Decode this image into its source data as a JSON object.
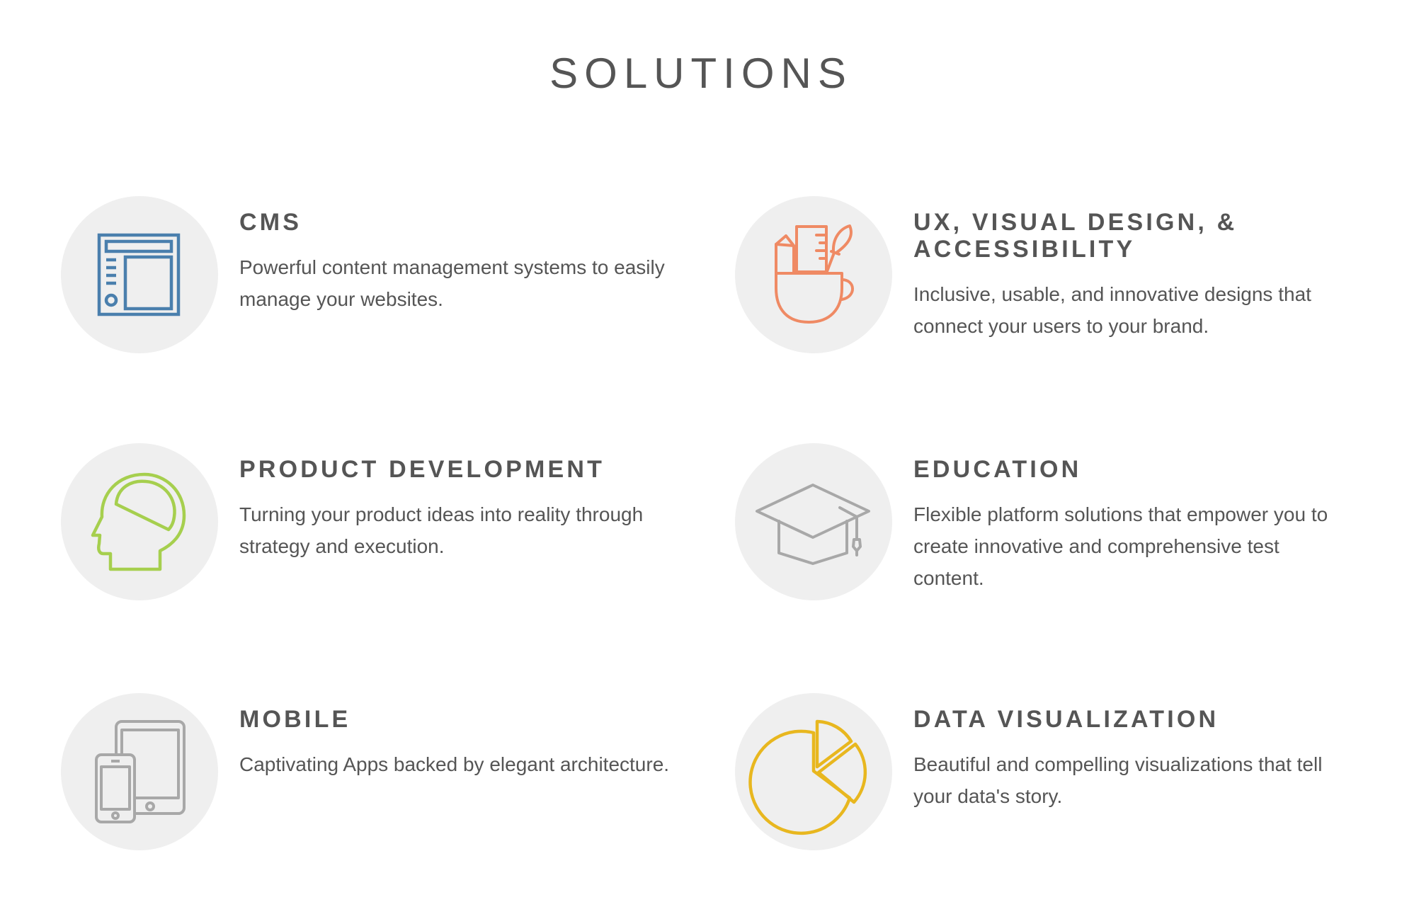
{
  "page": {
    "title": "SOLUTIONS"
  },
  "solutions": [
    {
      "title": "CMS",
      "description": "Powerful content management systems to easily manage your websites.",
      "icon": "cms-window-icon",
      "color": "#4a7fad"
    },
    {
      "title": "UX, VISUAL DESIGN, & ACCESSIBILITY",
      "description": "Inclusive, usable, and innovative designs that connect your users to your brand.",
      "icon": "design-tools-mug-icon",
      "color": "#ef8a64"
    },
    {
      "title": "PRODUCT DEVELOPMENT",
      "description": "Turning your product ideas into reality through strategy and execution.",
      "icon": "head-brain-icon",
      "color": "#a6cf4e"
    },
    {
      "title": "EDUCATION",
      "description": "Flexible platform solutions that empower you to create innovative and comprehensive test content.",
      "icon": "graduation-cap-icon",
      "color": "#a8a8a8"
    },
    {
      "title": "MOBILE",
      "description": "Captivating Apps backed by elegant architecture.",
      "icon": "phone-tablet-icon",
      "color": "#a8a8a8"
    },
    {
      "title": "DATA VISUALIZATION",
      "description": "Beautiful and compelling visualizations that tell your data's story.",
      "icon": "pie-chart-icon",
      "color": "#e8b71f"
    }
  ]
}
